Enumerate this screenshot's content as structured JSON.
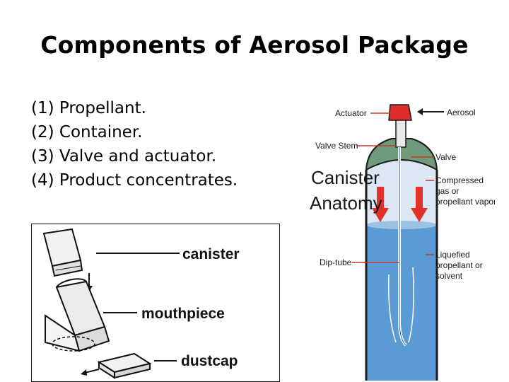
{
  "title": "Components of Aerosol Package",
  "components": [
    "(1) Propellant.",
    "(2) Container.",
    "(3) Valve and actuator.",
    "(4) Product concentrates."
  ],
  "inhaler_figure": {
    "labels": {
      "canister": "canister",
      "mouthpiece": "mouthpiece",
      "dustcap": "dustcap"
    }
  },
  "canister_figure": {
    "heading_line1": "Canister",
    "heading_line2": "Anatomy",
    "labels": {
      "actuator": "Actuator",
      "aerosol": "Aerosol",
      "valve_stem": "Valve Stem",
      "valve": "Valve",
      "compressed_1": "Compressed",
      "compressed_2": "gas or",
      "compressed_3": "propellant vapor",
      "dip_tube": "Dip-tube",
      "liquefied_1": "Liquefied",
      "liquefied_2": "propellant or",
      "liquefied_3": "solvent"
    },
    "colors": {
      "liquid": "#5b9bd5",
      "gas": "#dbe8f3",
      "arrow": "#e2312b",
      "dome": "#6f9a7b",
      "can_edge": "#1a1a1a"
    }
  }
}
